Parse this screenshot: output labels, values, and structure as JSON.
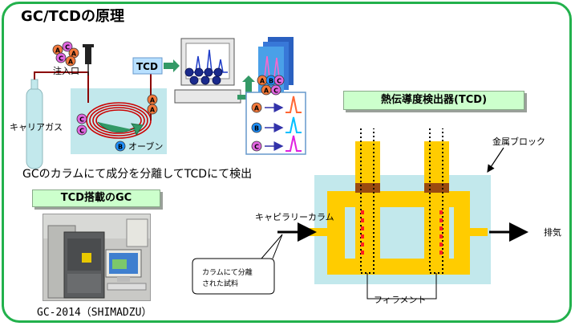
{
  "title": "GC/TCDの原理",
  "labels": {
    "injection_port": "注入口",
    "carrier_gas": "キャリアガス",
    "oven": "オーブン",
    "tcd_box": "TCD",
    "caption": "GCのカラムにて成分を分離してTCDにて検出",
    "gc_with_tcd": "TCD搭載のGC",
    "photo_caption": "GC-2014（SHIMADZU）",
    "tcd_detector_title": "熱伝導度検出器(TCD)",
    "metal_block": "金属ブロック",
    "capillary_column": "キャピラリーカラム",
    "exhaust": "排気",
    "separated_sample_line1": "カラムにて分離",
    "separated_sample_line2": "された試料",
    "filament": "フィラメント"
  },
  "components": {
    "a": "A",
    "b": "B",
    "c": "C"
  },
  "colors": {
    "border": "#22b14c",
    "component_a": "#f4793b",
    "component_b": "#1e90ff",
    "component_c": "#e066e0",
    "peak_a": "#ff6633",
    "peak_b": "#00bfff",
    "peak_c": "#e020e0",
    "oven_fill": "#c2e8ec",
    "block_fill": "#c2e8ec",
    "channel_fill": "#ffcc00",
    "column_red": "#cc0000",
    "filament_red": "#ff2020",
    "seal_brown": "#9a4a10",
    "arrow_green": "#339966"
  },
  "icons": [
    "gas-cylinder-icon",
    "syringe-icon",
    "monitor-icon",
    "chromatogram-icon",
    "rotation-arrow-icon"
  ]
}
